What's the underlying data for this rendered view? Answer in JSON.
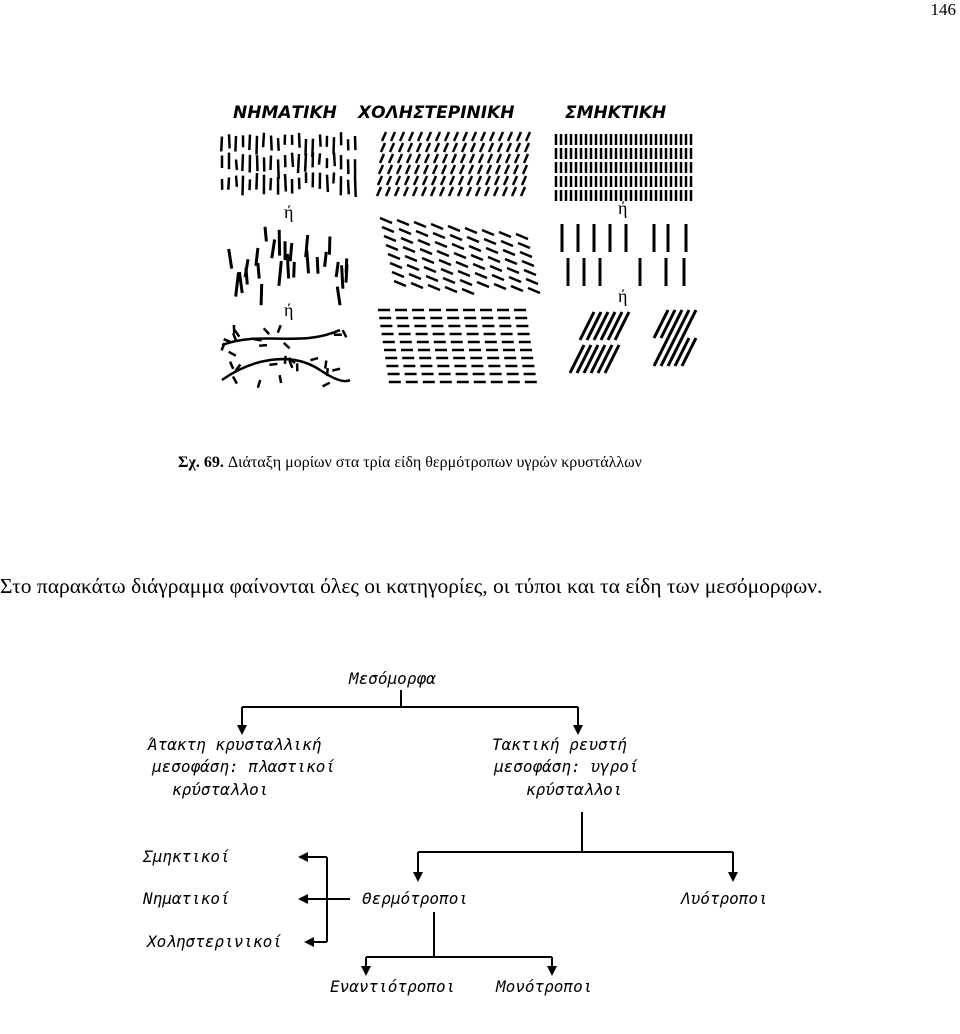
{
  "page": {
    "number": "146"
  },
  "figure": {
    "headers": [
      "ΝΗΜΑΤΙΚΗ",
      "ΧΟΛΗΣΤΕΡΙΝΙΚΗ",
      "ΣΜΗΚΤΙΚΗ"
    ],
    "or_label": "ή",
    "caption_prefix": "Σχ. 69.",
    "caption_text": "Διάταξη μορίων στα τρία είδη θερμότροπων υγρών κρυστάλλων"
  },
  "paragraph": "Στο παρακάτω διάγραμμα φαίνονται όλες οι κατηγορίες, οι τύποι και τα είδη των μεσόμορφων.",
  "diagram": {
    "root": "Μεσόμορφα",
    "left_branch": [
      "Άτακτη κρυσταλλική",
      "μεσοφάση: πλαστικοί",
      "κρύσταλλοι"
    ],
    "right_branch": [
      "Τακτική ρευστή",
      "μεσοφάση: υγροί",
      "κρύσταλλοι"
    ],
    "thermotropic": "Θερμότροποι",
    "lyotropic": "Λυότροποι",
    "types": [
      "Σμηκτικοί",
      "Νηματικοί",
      "Χοληστερινικοί"
    ],
    "enantiotropic": "Εναντιότροποι",
    "monotropic": "Μονότροποι"
  }
}
